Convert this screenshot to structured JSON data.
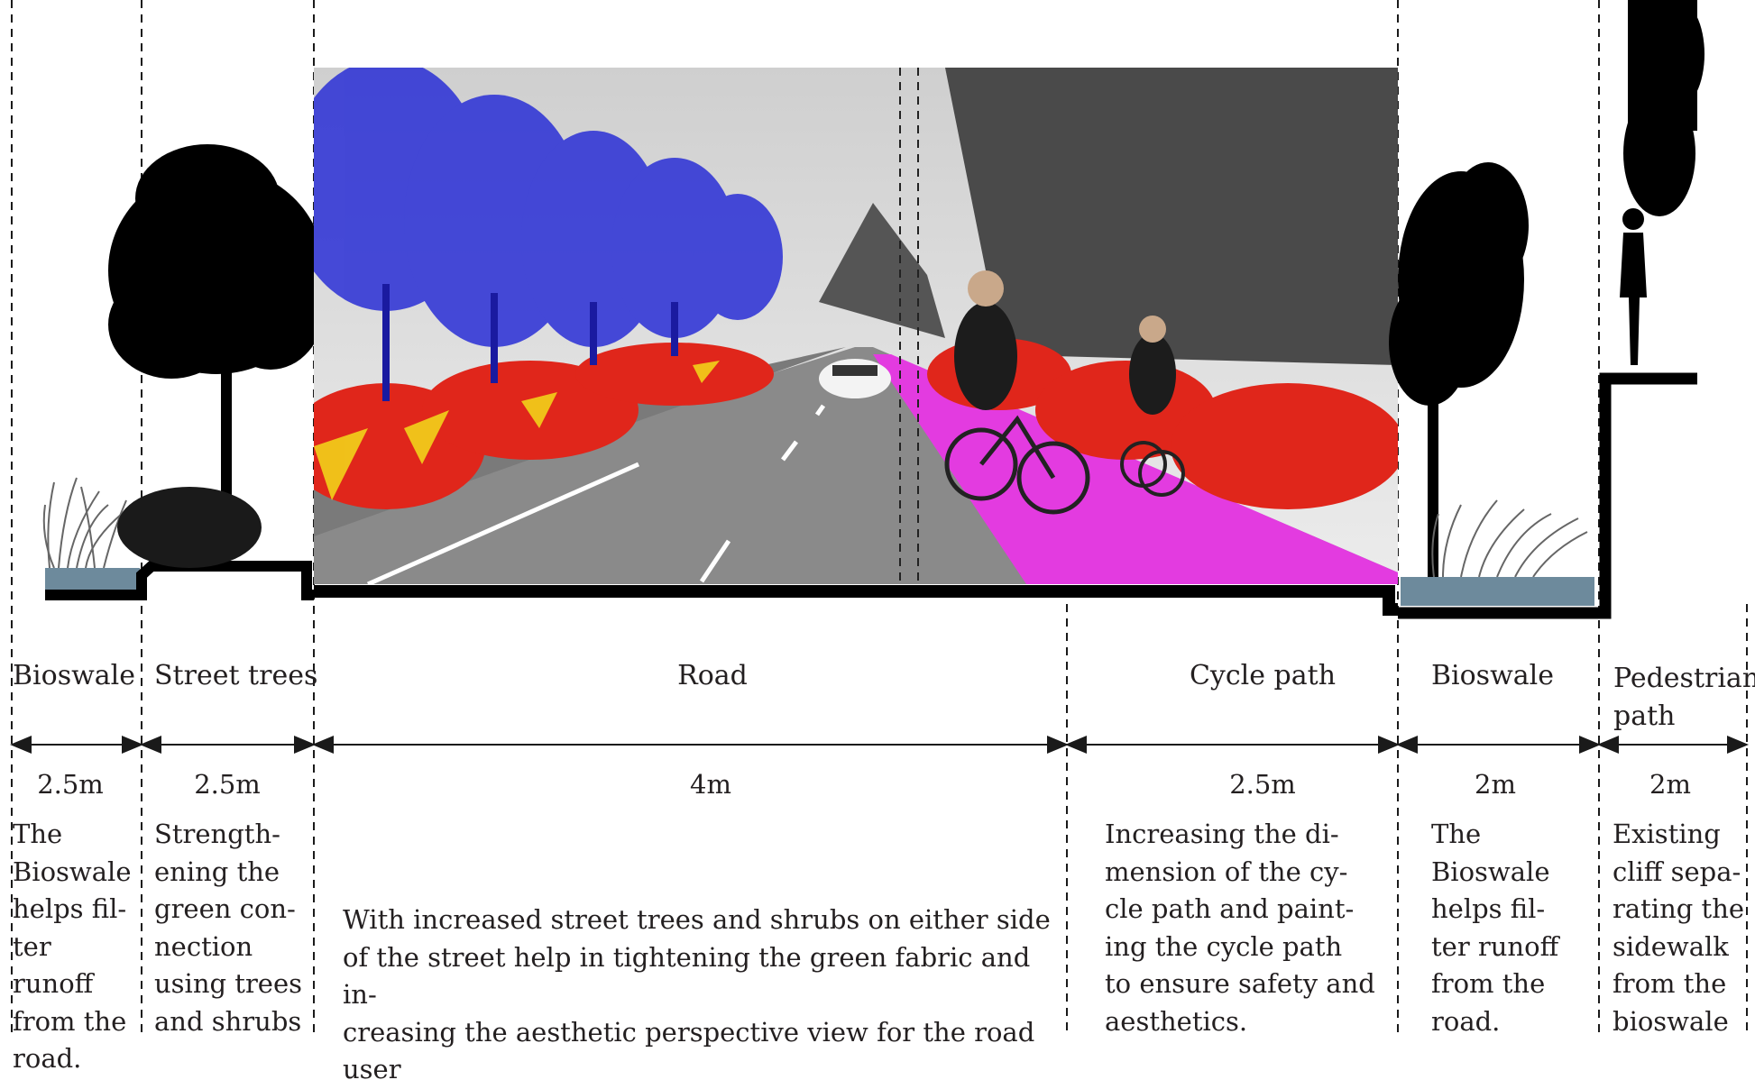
{
  "zones": [
    {
      "id": "bioswale-left",
      "label": "Bioswale",
      "width": "2.5m",
      "description": "The\nBioswale\nhelps fil-\nter runoff\nfrom the\nroad."
    },
    {
      "id": "street-trees",
      "label": "Street trees",
      "width": "2.5m",
      "description": "Strength-\nening the\ngreen con-\nnection\nusing trees\nand shrubs"
    },
    {
      "id": "road",
      "label": "Road",
      "width": "4m",
      "description": "With increased street trees and shrubs on either side\nof the street help in tightening the green fabric and in-\ncreasing the aesthetic perspective view for the road user"
    },
    {
      "id": "cycle-path",
      "label": "Cycle path",
      "width": "2.5m",
      "description": "Increasing the di-\nmension of the cy-\ncle path and paint-\ning the cycle path\nto ensure safety and\naesthetics."
    },
    {
      "id": "bioswale-right",
      "label": "Bioswale",
      "width": "2m",
      "description": "The\nBioswale\nhelps fil-\nter runoff\nfrom the\nroad."
    },
    {
      "id": "pedestrian-path",
      "label": "Pedestrian\npath",
      "width": "2m",
      "description": "Existing\ncliff sepa-\nrating the\nsidewalk\nfrom the\nbioswale"
    }
  ],
  "colors": {
    "line": "#1a1a1a",
    "tree_blue": "#2a2fd6",
    "shrub_red": "#e0261b",
    "shrub_yellow": "#f2d21a",
    "cycle_lane": "#e33be0",
    "road_gray": "#8a8a8a"
  }
}
